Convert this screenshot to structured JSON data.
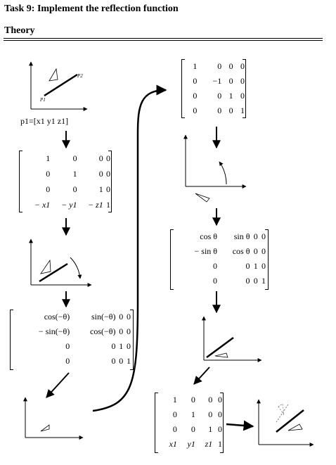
{
  "title": "Task 9: Implement the reflection function",
  "subtitle": "Theory",
  "point_caption": "p1=[x1 y1 z1]",
  "figure_labels": {
    "p1": "P1",
    "p2": "P2"
  },
  "matrices": {
    "translate_to_origin": [
      [
        "1",
        "0",
        "0",
        "0"
      ],
      [
        "0",
        "1",
        "0",
        "0"
      ],
      [
        "0",
        "0",
        "1",
        "0"
      ],
      [
        "− x1",
        "− y1",
        "− z1",
        "1"
      ]
    ],
    "rotate_neg_theta": [
      [
        "cos(−θ)",
        "sin(−θ)",
        "0",
        "0"
      ],
      [
        "− sin(−θ)",
        "cos(−θ)",
        "0",
        "0"
      ],
      [
        "0",
        "0",
        "1",
        "0"
      ],
      [
        "0",
        "0",
        "0",
        "1"
      ]
    ],
    "reflect_x": [
      [
        "1",
        "0",
        "0",
        "0"
      ],
      [
        "0",
        "−1",
        "0",
        "0"
      ],
      [
        "0",
        "0",
        "1",
        "0"
      ],
      [
        "0",
        "0",
        "0",
        "1"
      ]
    ],
    "rotate_theta": [
      [
        "cos θ",
        "sin θ",
        "0",
        "0"
      ],
      [
        "− sin θ",
        "cos θ",
        "0",
        "0"
      ],
      [
        "0",
        "0",
        "1",
        "0"
      ],
      [
        "0",
        "0",
        "0",
        "1"
      ]
    ],
    "translate_back": [
      [
        "1",
        "0",
        "0",
        "0"
      ],
      [
        "0",
        "1",
        "0",
        "0"
      ],
      [
        "0",
        "0",
        "1",
        "0"
      ],
      [
        "x1",
        "y1",
        "z1",
        "1"
      ]
    ]
  }
}
